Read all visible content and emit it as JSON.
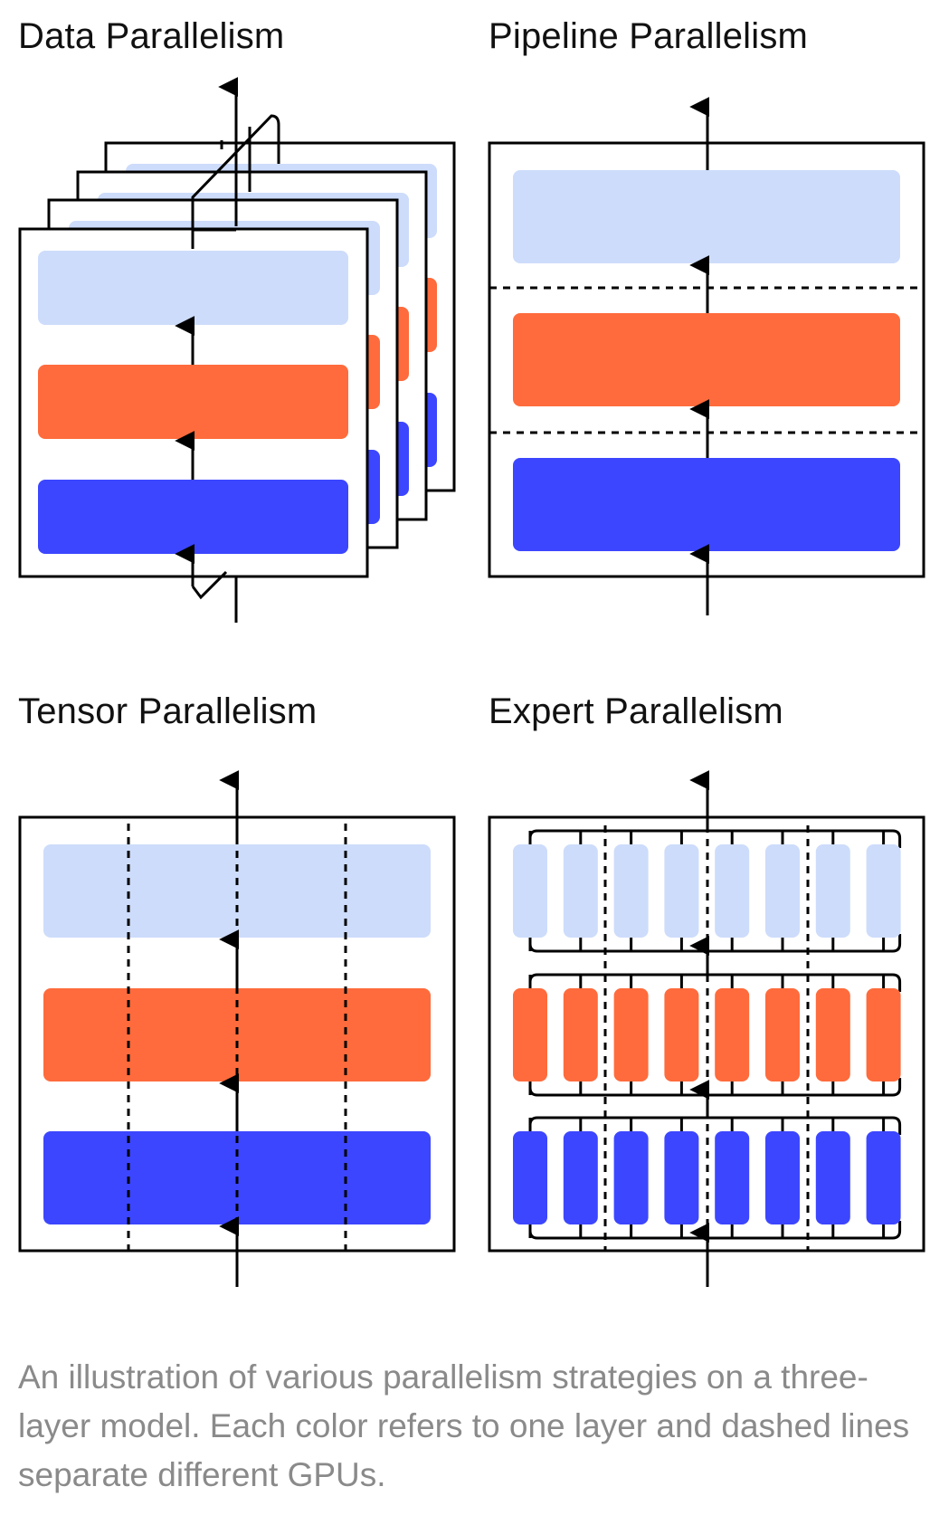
{
  "panels": {
    "data": {
      "title": "Data Parallelism"
    },
    "pipeline": {
      "title": "Pipeline Parallelism"
    },
    "tensor": {
      "title": "Tensor Parallelism"
    },
    "expert": {
      "title": "Expert Parallelism"
    }
  },
  "caption": "An illustration of various parallelism strategies on a three-layer model. Each color refers to one layer and dashed lines separate different GPUs.",
  "colors": {
    "layer_top": "#cddcfb",
    "layer_mid": "#ff6b3c",
    "layer_bottom": "#3c46ff",
    "stroke": "#000000",
    "caption": "#8a8a8a"
  },
  "layers": [
    "layer-top",
    "layer-mid",
    "layer-bottom"
  ],
  "data_parallel_replicas": 4,
  "expert_count_per_layer": 8
}
